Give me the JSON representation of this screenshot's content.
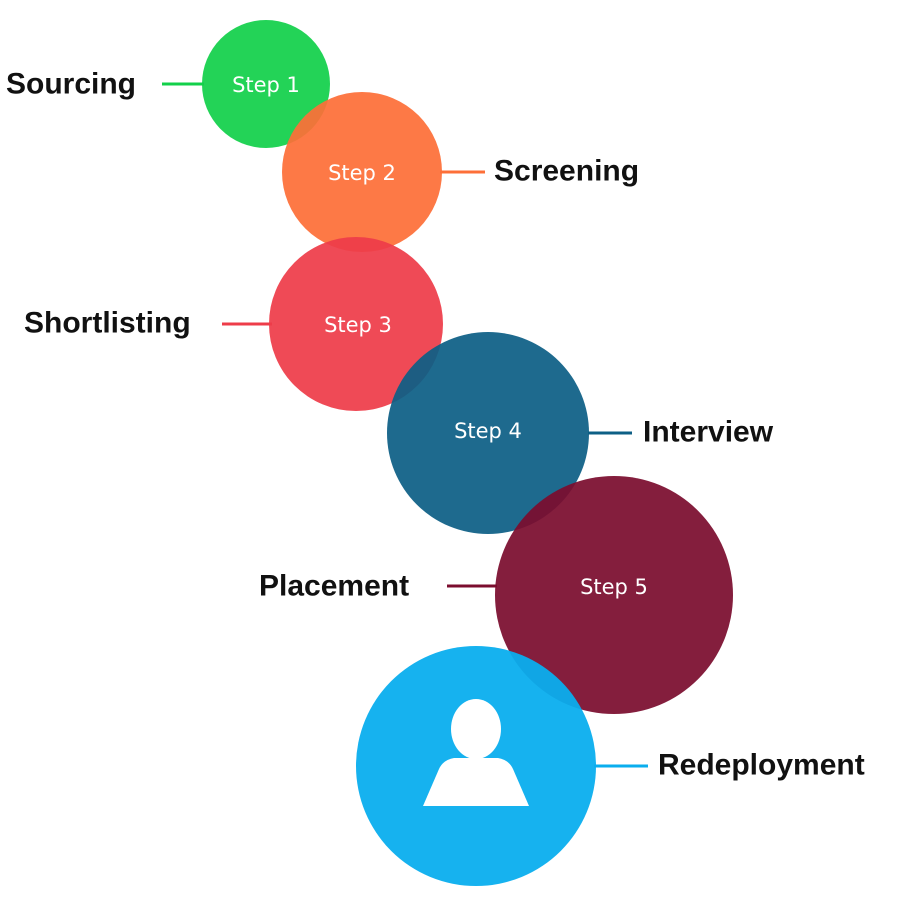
{
  "diagram": {
    "steps": [
      {
        "step_label": "Step 1",
        "stage": "Sourcing",
        "color": "#12d04a"
      },
      {
        "step_label": "Step 2",
        "stage": "Screening",
        "color": "#fd6f38"
      },
      {
        "step_label": "Step 3",
        "stage": "Shortlisting",
        "color": "#ee3c49"
      },
      {
        "step_label": "Step 4",
        "stage": "Interview",
        "color": "#0d5f85"
      },
      {
        "step_label": "Step 5",
        "stage": "Placement",
        "color": "#7b0d2e"
      }
    ],
    "final": {
      "stage": "Redeployment",
      "color": "#0aaeee",
      "icon": "person-icon"
    }
  }
}
